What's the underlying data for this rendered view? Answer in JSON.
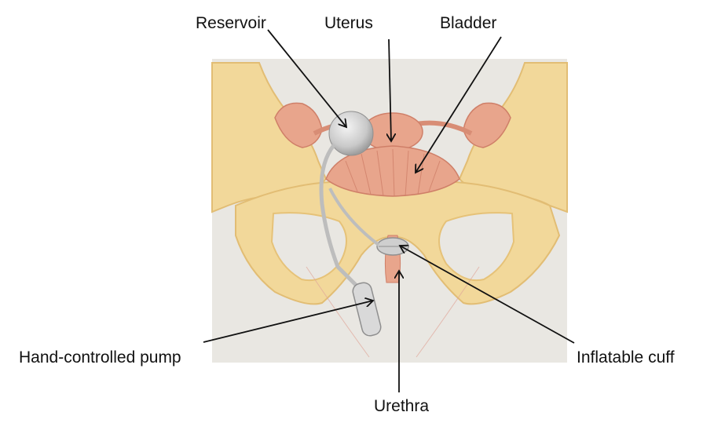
{
  "labels": {
    "reservoir": "Reservoir",
    "uterus": "Uterus",
    "bladder": "Bladder",
    "pump": "Hand-controlled pump",
    "cuff": "Inflatable cuff",
    "urethra": "Urethra"
  },
  "colors": {
    "panel_background": "#e9e7e2",
    "bone": "#f2d89a",
    "bone_shadow": "#e6c278",
    "organ_pink": "#e8a58c",
    "organ_dark": "#cf7f68",
    "device_gray": "#c9c9c9",
    "arrow": "#111111"
  }
}
